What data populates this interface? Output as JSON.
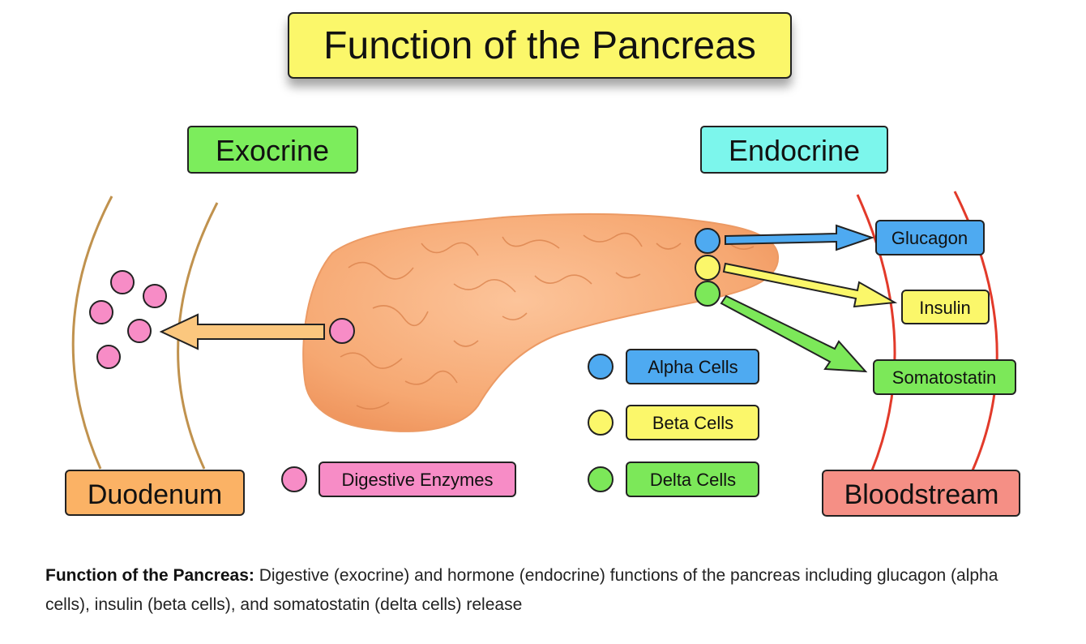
{
  "title": "Function of the Pancreas",
  "sections": {
    "exocrine": "Exocrine",
    "endocrine": "Endocrine"
  },
  "destinations": {
    "duodenum": "Duodenum",
    "bloodstream": "Bloodstream"
  },
  "hormones": {
    "glucagon": "Glucagon",
    "insulin": "Insulin",
    "somatostatin": "Somatostatin"
  },
  "legend": {
    "digestive_enzymes": "Digestive Enzymes",
    "alpha_cells": "Alpha Cells",
    "beta_cells": "Beta Cells",
    "delta_cells": "Delta Cells"
  },
  "caption": {
    "bold": "Function of the Pancreas:",
    "text": " Digestive (exocrine) and hormone (endocrine) functions of the pancreas including glucagon (alpha cells), insulin (beta cells), and somatostatin (delta cells) release"
  },
  "colors": {
    "title_bg": "#fbf76a",
    "exocrine_bg": "#7ced5c",
    "endocrine_bg": "#7cf6ec",
    "duodenum_bg": "#fbb265",
    "bloodstream_bg": "#f58f85",
    "alpha": "#4eaaf1",
    "beta": "#fbf76a",
    "delta": "#7ce859",
    "enzyme": "#f78cc6",
    "pancreas": "#f6a872",
    "duodenum_wall": "#c0924e",
    "vessel_wall": "#e23a2a",
    "enzyme_arrow": "#fbc77e"
  }
}
